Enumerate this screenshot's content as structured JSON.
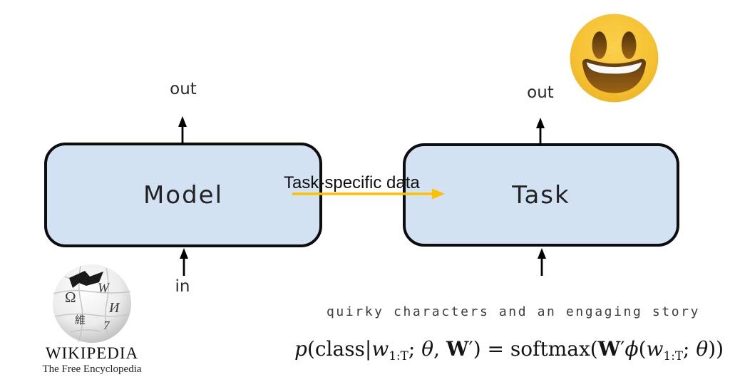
{
  "diagram": {
    "model_box": {
      "label": "Model",
      "out_label": "out",
      "in_label": "in"
    },
    "task_box": {
      "label": "Task",
      "out_label": "out"
    },
    "transfer_arrow": {
      "label": "Task-specific data"
    },
    "colors": {
      "box_fill": "#d3e2f2",
      "box_border": "#0d0d0d",
      "transfer_arrow": "#ffc000",
      "flow_arrow": "#000000"
    }
  },
  "wikipedia_logo": {
    "wordmark": "WIKIPEDIA",
    "tagline": "The Free Encyclopedia",
    "globe_glyphs": {
      "omega": "Ω",
      "w_latin": "W",
      "i_cyrillic": "И",
      "wei_cjk": "維",
      "seven": "7"
    }
  },
  "emoji": {
    "icon": "grinning-face-with-big-eyes"
  },
  "caption_mono": "quirky characters and an engaging story",
  "formula": {
    "p": "p",
    "lparen_class": "(class|",
    "w1": "w",
    "sub1": "1:T",
    "semi1": "; ",
    "theta1": "θ",
    "comma": ", ",
    "W_bold1": "W",
    "prime1": "′",
    "rparen_eq": ") = ",
    "softmax": "softmax(",
    "W_bold2": "W",
    "prime2": "′",
    "phi": "ϕ",
    "lparen2": "(",
    "w2": "w",
    "sub2": "1:T",
    "semi2": "; ",
    "theta2": "θ",
    "rparen2": "))"
  }
}
